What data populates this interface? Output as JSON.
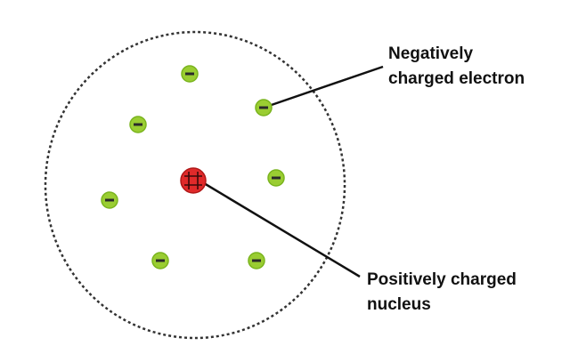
{
  "labels": {
    "electron_line1": "Negatively",
    "electron_line2": "charged electron",
    "nucleus_line1": "Positively charged",
    "nucleus_line2": "nucleus"
  },
  "colors": {
    "atom_boundary": "#333333",
    "electron_fill": "#9acd32",
    "electron_stroke": "#7ab41e",
    "electron_sign": "#2a2a2a",
    "nucleus_fill": "#e02a2a",
    "nucleus_stroke": "#b01818",
    "nucleus_sign": "#3a0a0a",
    "pointer_line": "#111111"
  },
  "icons": {
    "electron": "minus-sign",
    "nucleus": "plus-signs"
  }
}
